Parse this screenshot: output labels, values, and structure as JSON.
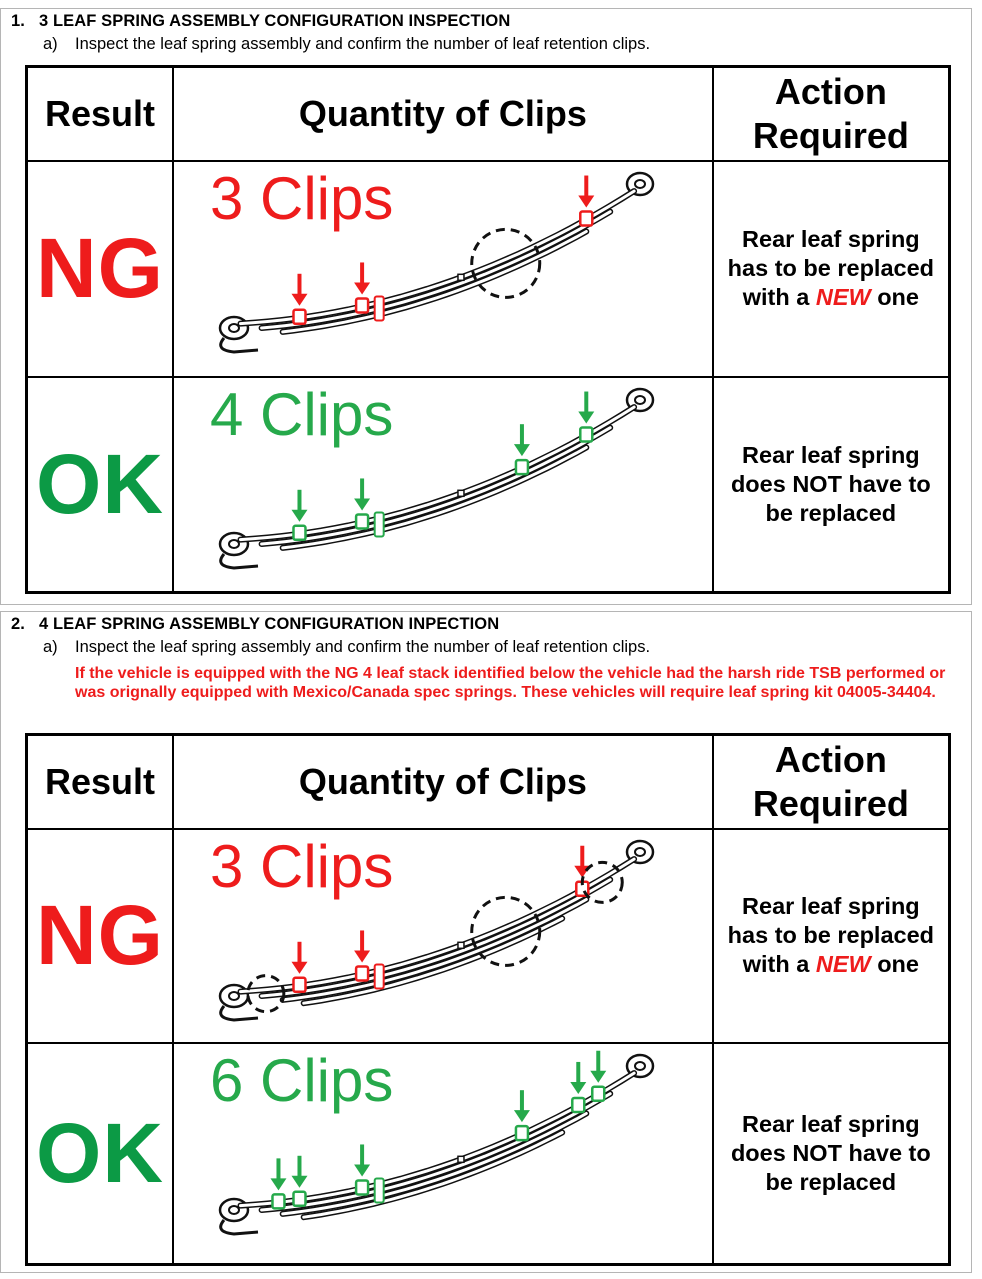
{
  "section1": {
    "number": "1.",
    "title": "3 LEAF SPRING ASSEMBLY CONFIGURATION INSPECTION",
    "step_letter": "a)",
    "step_text": "Inspect the leaf spring assembly and confirm the number of leaf retention clips.",
    "table": {
      "headers": {
        "result": "Result",
        "quantity": "Quantity of Clips",
        "action_line1": "Action",
        "action_line2": "Required"
      },
      "rows": [
        {
          "result": "NG",
          "clips": "3 Clips",
          "action": [
            "Rear leaf spring",
            "has to be replaced",
            "with a",
            "NEW",
            "one"
          ]
        },
        {
          "result": "OK",
          "clips": "4 Clips",
          "action": [
            "Rear leaf spring",
            "does NOT have to",
            "be replaced"
          ]
        }
      ]
    }
  },
  "section2": {
    "number": "2.",
    "title": "4 LEAF SPRING ASSEMBLY CONFIGURATION INPECTION",
    "step_letter": "a)",
    "step_text": "Inspect the leaf spring assembly and confirm the number of leaf retention clips.",
    "note": "If the vehicle is equipped with the NG 4 leaf stack identified below the vehicle had the harsh ride TSB performed or was orignally equipped with Mexico/Canada spec springs. These vehicles will require leaf spring kit 04005-34404.",
    "table": {
      "headers": {
        "result": "Result",
        "quantity": "Quantity of Clips",
        "action_line1": "Action",
        "action_line2": "Required"
      },
      "rows": [
        {
          "result": "NG",
          "clips": "3 Clips",
          "action": [
            "Rear leaf spring",
            "has to be replaced",
            "with a",
            "NEW",
            "one"
          ]
        },
        {
          "result": "OK",
          "clips": "6 Clips",
          "action": [
            "Rear leaf spring",
            "does NOT have to",
            "be replaced"
          ]
        }
      ]
    }
  },
  "colors": {
    "ng_red": "#ee1c1c",
    "ok_green": "#0c9a45",
    "clip_green": "#26a94b"
  },
  "icons": [
    "leaf-spring-illustration",
    "down-arrow-icon",
    "leaf-clip-icon",
    "missing-clip-circle-icon"
  ]
}
